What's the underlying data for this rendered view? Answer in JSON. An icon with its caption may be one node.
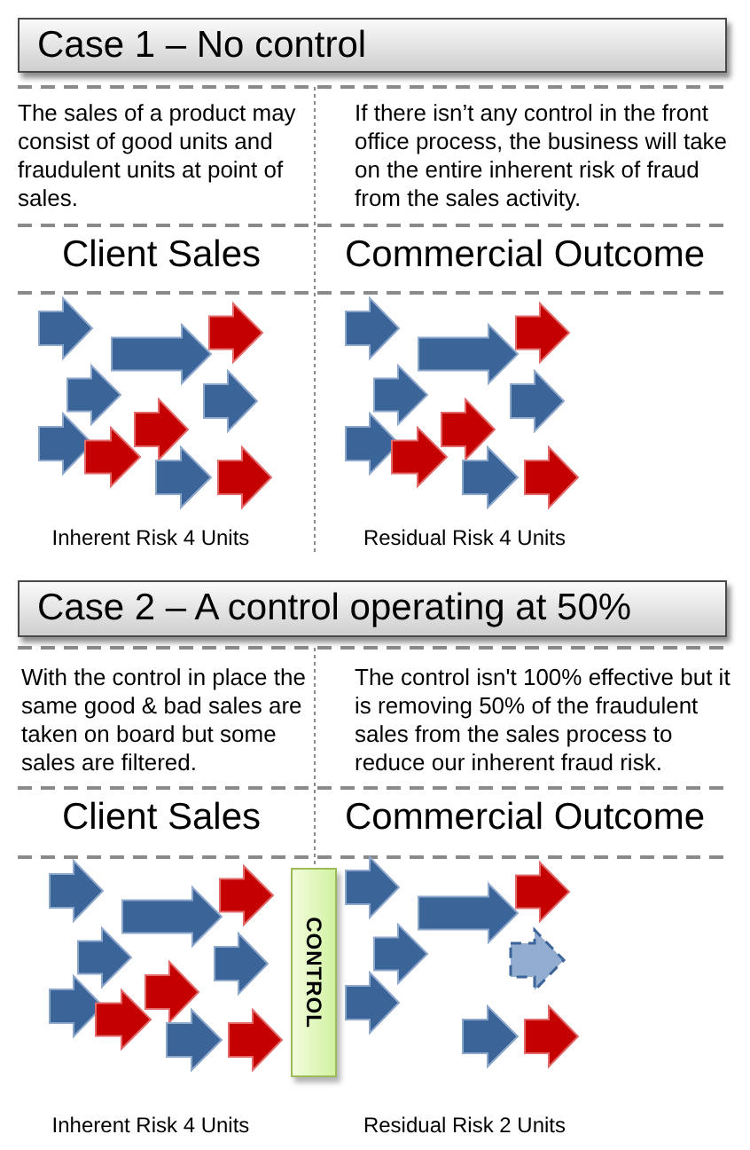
{
  "diagram": {
    "nodes": [
      {
        "text": [
          "Case 1 – No control"
        ]
      },
      {
        "text": [
          "Case 2 – A control operating at 50%"
        ]
      },
      {
        "text": [
          "CONTROL"
        ]
      }
    ],
    "labels": [
      "The sales of a product may consist of good units and fraudulent units at point of sales.",
      "If there isn’t any control in the front office process, the business will take on the entire inherent risk of fraud from the sales activity.",
      "Client Sales",
      "Commercial Outcome",
      "Inherent Risk 4 Units",
      "Residual Risk 4 Units",
      "With the control in place the same good & bad sales are taken on board but some sales are filtered.",
      "The control isn't 100% effective but it is removing 50% of the fraudulent sales from the sales process to reduce our inherent fraud risk.",
      "Client Sales",
      "Commercial Outcome",
      "Inherent Risk 4 Units",
      "Residual Risk 2 Units"
    ]
  }
}
